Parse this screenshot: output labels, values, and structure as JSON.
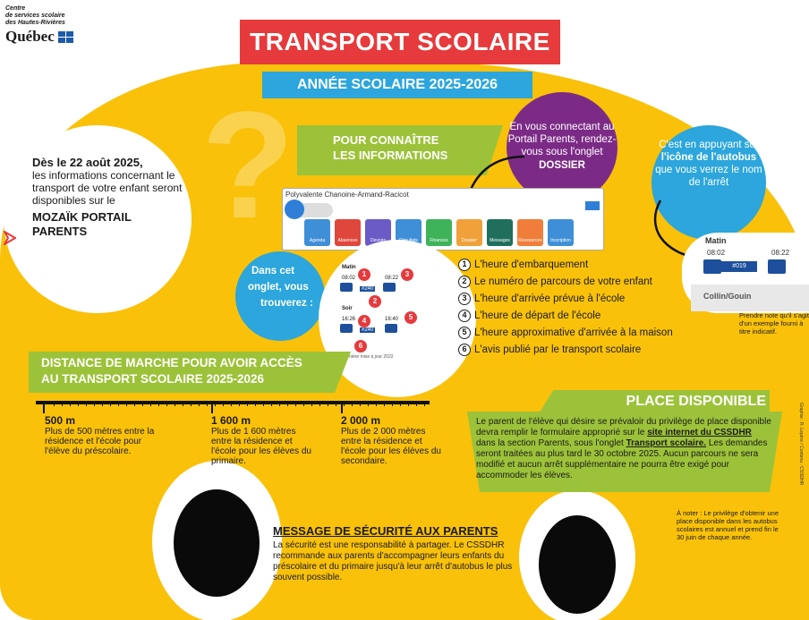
{
  "logo": {
    "line1": "Centre",
    "line2": "de services scolaire",
    "line3": "des Hautes-Rivières",
    "name": "Québec"
  },
  "title": "TRANSPORT SCOLAIRE",
  "subtitle": "ANNÉE SCOLAIRE 2025-2026",
  "pour_connaitre": {
    "line1": "POUR CONNAÎTRE",
    "line2": "LES INFORMATIONS"
  },
  "dates": {
    "bold": "Dès le 22 août 2025,",
    "text": "les informations concernant le transport de votre enfant seront disponibles sur le",
    "portal_line1": "MOZAÏK PORTAIL",
    "portal_line2": "PARENTS"
  },
  "purple_bubble": {
    "text": "En vous connectant au  Portail Parents, rendez-vous sous l'onglet",
    "tab": "DOSSIER"
  },
  "bus_bubble": {
    "pre": "C'est en appuyant sur",
    "bold": "l'icône de l'autobus",
    "post": "que vous verrez le nom de l'arrêt"
  },
  "screen": {
    "school": "Polyvalente Chanoine-Armand-Racicot",
    "tiles": [
      {
        "label": "Agenda",
        "color": "#3f8fd8"
      },
      {
        "label": "Absences",
        "color": "#e0473c"
      },
      {
        "label": "Devoirs",
        "color": "#6a5bc7"
      },
      {
        "label": "Résultats",
        "color": "#3f8fd8"
      },
      {
        "label": "Finances",
        "color": "#3fb35a"
      },
      {
        "label": "Dossier",
        "color": "#f0a13a"
      },
      {
        "label": "Messages",
        "color": "#1f6f5c"
      },
      {
        "label": "Ressources",
        "color": "#f07d3a"
      },
      {
        "label": "Inscription",
        "color": "#3f8fd8"
      }
    ]
  },
  "onglet": {
    "line1": "Dans cet",
    "line2": "onglet, vous",
    "line3": "trouverez :"
  },
  "schedule": {
    "matin": "Matin",
    "soir": "Soir",
    "t1": "08:02",
    "t2": "08:22",
    "t3": "16:26",
    "t4": "16:40",
    "route": "#240",
    "caption": "Dernière mise à jour 2022"
  },
  "list": [
    {
      "n": "1",
      "text": "L'heure d'embarquement"
    },
    {
      "n": "2",
      "text": "Le numéro de parcours de votre enfant"
    },
    {
      "n": "3",
      "text": "L'heure d'arrivée prévue à l'école"
    },
    {
      "n": "4",
      "text": "L'heure de départ de l'école"
    },
    {
      "n": "5",
      "text": "L'heure approximative d'arrivée à la maison"
    },
    {
      "n": "6",
      "text": "L'avis publié par le transport scolaire"
    }
  ],
  "bus_card": {
    "matin": "Matin",
    "t1": "08:02",
    "t2": "08:22",
    "route": "#019",
    "stop": "Collin/Gouin",
    "note": "Prendre note qu'il s'agit d'un exemple fourni à titre indicatif."
  },
  "distance": {
    "banner_line1": "DISTANCE DE MARCHE POUR AVOIR ACCÈS",
    "banner_line2": "AU TRANSPORT SCOLAIRE 2025-2026",
    "items": [
      {
        "km": "500 m",
        "text": "Plus de 500 mètres entre la résidence et l'école pour l'élève du préscolaire."
      },
      {
        "km": "1 600 m",
        "text": "Plus de 1 600 mètres entre la résidence et l'école pour les élèves du primaire."
      },
      {
        "km": "2 000 m",
        "text": "Plus de 2 000 mètres entre la résidence et l'école pour les élèves du secondaire."
      }
    ]
  },
  "place": {
    "title": "PLACE DISPONIBLE",
    "p1": "Le parent de l'élève qui désire se prévaloir du privilège de place disponible devra remplir le formulaire approprié sur le",
    "link1": "site internet du CSSDHR",
    "p2": "dans la section Parents, sous l'onglet",
    "link2": "Transport scolaire.",
    "p3": "Les demandes seront traitées au plus tard le 30 octobre 2025. Aucun parcours ne sera modifié et aucun arrêt supplémentaire ne pourra être exigé pour accommoder les élèves.",
    "note": "À noter : Le privilège d'obtenir une place disponible dans les autobus scolaires est annuel et prend fin le 30 juin de chaque année."
  },
  "credit": "Graphie : R. Lepère / Contenu : CSSDHR",
  "message": {
    "title": "MESSAGE DE SÉCURITÉ AUX PARENTS",
    "text": "La sécurité est une responsabilité à partager. Le CSSDHR recommande aux parents d'accompagner leurs enfants du préscolaire et du primaire jusqu'à leur arrêt d'autobus le plus souvent possible."
  },
  "colors": {
    "yellow": "#f9c10a",
    "red": "#e63a3c",
    "teal": "#2ca6dc",
    "green": "#9cc23a",
    "purple": "#7b2b86"
  }
}
